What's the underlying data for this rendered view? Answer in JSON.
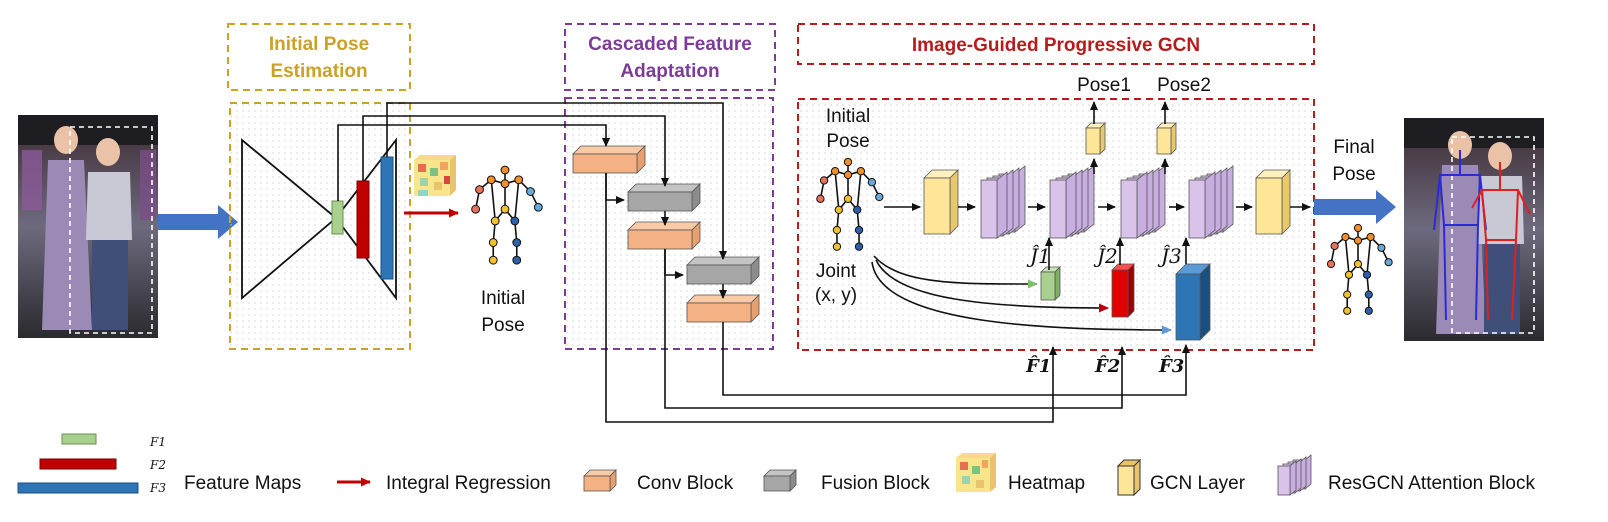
{
  "sections": {
    "initial_pose_estimation": "Initial Pose Estimation",
    "cascaded_feature_adaptation": "Cascaded Feature Adaptation",
    "image_guided_gcn": "Image-Guided Progressive GCN"
  },
  "labels": {
    "initial_pose_left": "Initial Pose",
    "initial_pose_gcn": "Initial Pose",
    "joint": "Joint (x, y)",
    "final_pose": "Final Pose",
    "pose1": "Pose1",
    "pose2": "Pose2",
    "j1": "Ĵ1",
    "j2": "Ĵ2",
    "j3": "Ĵ3",
    "f1": "F̂1",
    "f2": "F̂2",
    "f3": "F̂3"
  },
  "legend": {
    "f1": "F1",
    "f2": "F2",
    "f3": "F3",
    "feature_maps": "Feature Maps",
    "integral_regression": "Integral Regression",
    "conv_block": "Conv Block",
    "fusion_block": "Fusion Block",
    "heatmap": "Heatmap",
    "gcn_layer": "GCN Layer",
    "resgcn_block": "ResGCN Attention Block"
  },
  "colors": {
    "initial_section": "#c9a227",
    "cascaded_section": "#7d3c98",
    "gcn_section": "#b71c1c",
    "f1_green": "#a9d18e",
    "f2_red": "#c00000",
    "f3_blue": "#2e75b6",
    "conv_orange": "#f4b183",
    "fusion_gray": "#a6a6a6",
    "gcn_yellow": "#ffe699",
    "resgcn_purple": "#d9c3ea",
    "flow_arrow": "#4472c4"
  }
}
